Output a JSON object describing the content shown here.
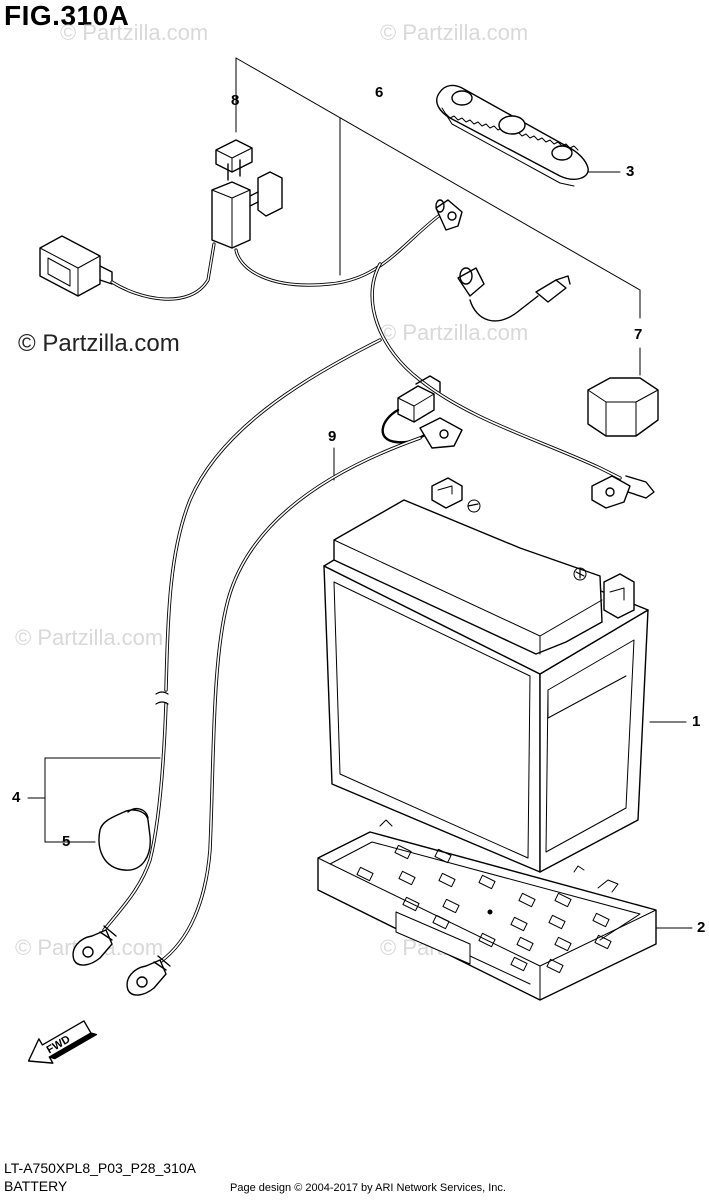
{
  "figure": {
    "title": "FIG.310A"
  },
  "watermarks": {
    "main": "© Partzilla.com",
    "faint": "© Partzilla.com"
  },
  "callouts": {
    "c1": "1",
    "c2": "2",
    "c3": "3",
    "c4": "4",
    "c5": "5",
    "c6": "6",
    "c7": "7",
    "c8": "8",
    "c9": "9"
  },
  "fwd_label": "FWD",
  "footer": {
    "code": "LT-A750XPL8_P03_P28_310A",
    "section": "BATTERY",
    "credit": "Page design © 2004-2017 by ARI Network Services, Inc."
  },
  "colors": {
    "line": "#000000",
    "watermark": "#d9d9d9",
    "background": "#ffffff"
  }
}
